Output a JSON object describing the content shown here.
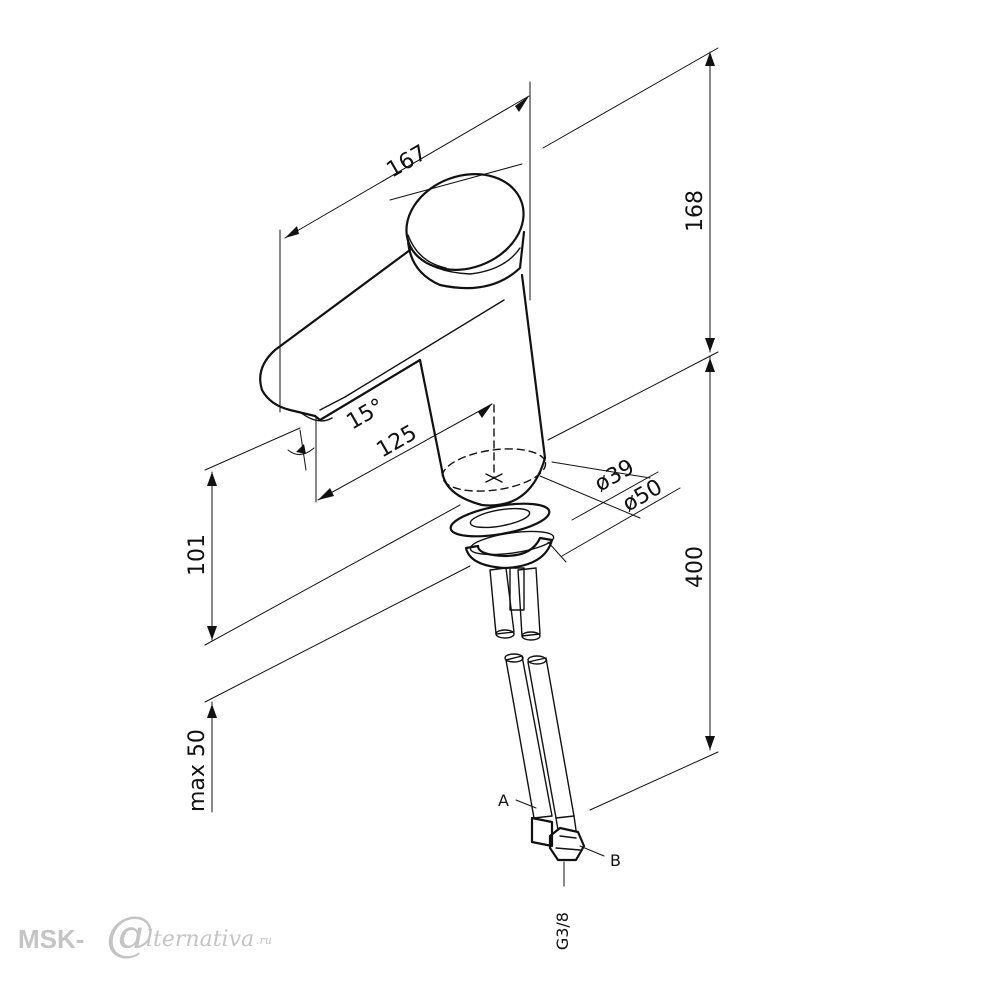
{
  "dimensions": {
    "width_167": "167",
    "height_168": "168",
    "height_400": "400",
    "height_101": "101",
    "max_50": "max 50",
    "reach_125": "125",
    "angle_15": "15°",
    "dia_39": "ø39",
    "dia_50": "ø50"
  },
  "labels": {
    "hose_a": "A",
    "hose_b": "B",
    "thread": "G3/8"
  },
  "watermark": {
    "brand_left": "MSK-",
    "brand_at": "@",
    "brand_right": "lternativa",
    "brand_tld": ".ru"
  }
}
